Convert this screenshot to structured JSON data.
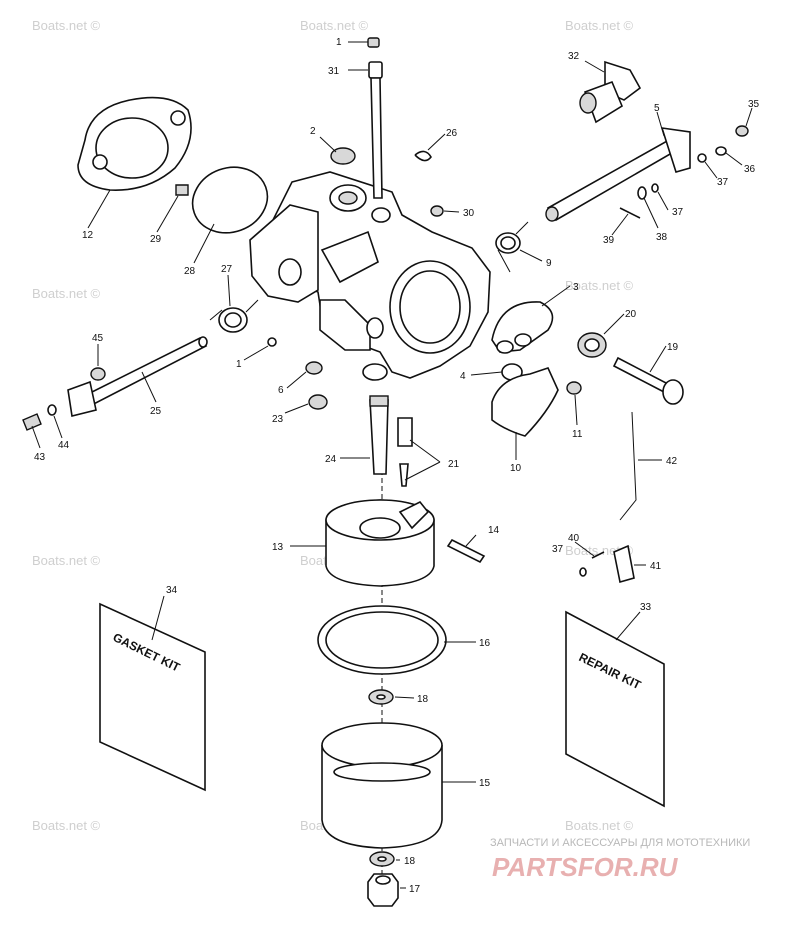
{
  "watermark": "Boats.net ©",
  "callouts": [
    {
      "n": "1"
    },
    {
      "n": "31"
    },
    {
      "n": "2"
    },
    {
      "n": "26"
    },
    {
      "n": "32"
    },
    {
      "n": "5"
    },
    {
      "n": "35"
    },
    {
      "n": "36"
    },
    {
      "n": "37"
    },
    {
      "n": "37"
    },
    {
      "n": "38"
    },
    {
      "n": "39"
    },
    {
      "n": "12"
    },
    {
      "n": "29"
    },
    {
      "n": "28"
    },
    {
      "n": "30"
    },
    {
      "n": "9"
    },
    {
      "n": "27"
    },
    {
      "n": "3"
    },
    {
      "n": "20"
    },
    {
      "n": "19"
    },
    {
      "n": "1"
    },
    {
      "n": "45"
    },
    {
      "n": "6"
    },
    {
      "n": "4"
    },
    {
      "n": "11"
    },
    {
      "n": "25"
    },
    {
      "n": "23"
    },
    {
      "n": "43"
    },
    {
      "n": "44"
    },
    {
      "n": "10"
    },
    {
      "n": "24"
    },
    {
      "n": "21"
    },
    {
      "n": "42"
    },
    {
      "n": "13"
    },
    {
      "n": "14"
    },
    {
      "n": "40"
    },
    {
      "n": "37"
    },
    {
      "n": "41"
    },
    {
      "n": "34"
    },
    {
      "n": "33"
    },
    {
      "n": "16"
    },
    {
      "n": "18"
    },
    {
      "n": "15"
    },
    {
      "n": "18"
    },
    {
      "n": "17"
    }
  ],
  "kits": {
    "gasket": "GASKET KIT",
    "repair": "REPAIR KIT"
  },
  "brand": {
    "tagline": "ЗАПЧАСТИ И АКСЕССУАРЫ ДЛЯ МОТОТЕХНИКИ",
    "logo": "PARTSFOR.RU"
  }
}
